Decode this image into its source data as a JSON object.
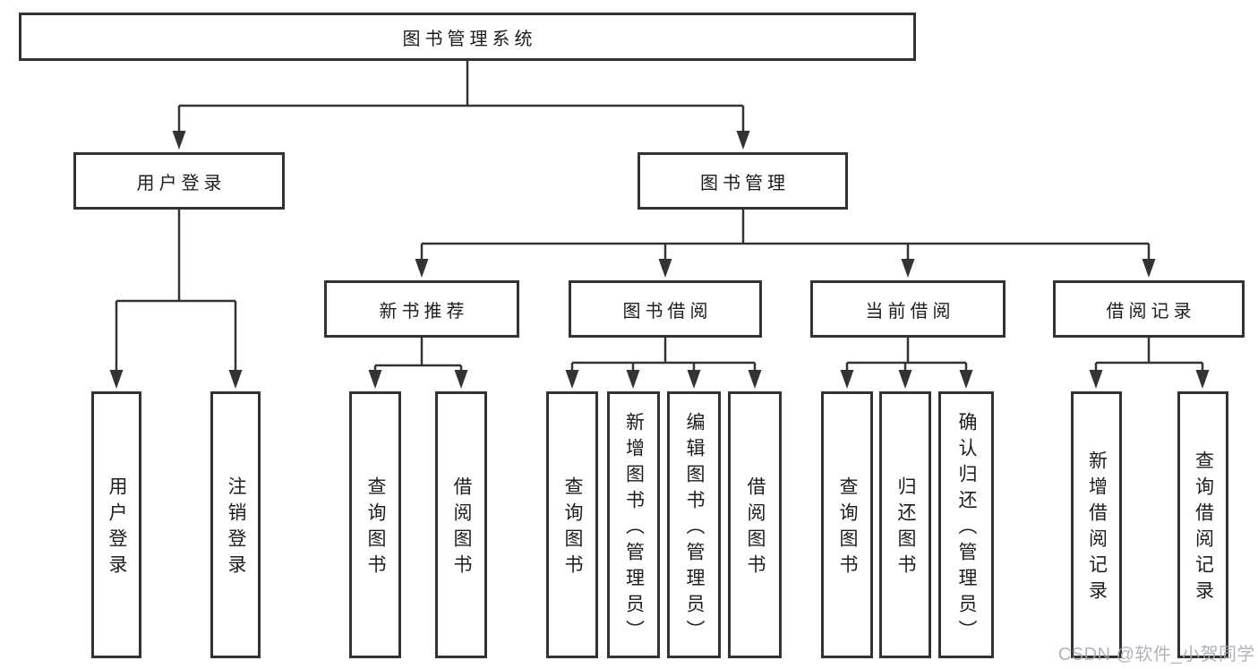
{
  "diagram": {
    "title": "图书管理系统",
    "root": {
      "label": "图书管理系统"
    },
    "level2": [
      {
        "id": "user-login",
        "label": "用户登录"
      },
      {
        "id": "book-management",
        "label": "图书管理"
      }
    ],
    "level3": [
      {
        "id": "new-book-recommend",
        "label": "新书推荐"
      },
      {
        "id": "book-borrowing",
        "label": "图书借阅"
      },
      {
        "id": "current-borrowing",
        "label": "当前借阅"
      },
      {
        "id": "borrowing-records",
        "label": "借阅记录"
      }
    ],
    "children": {
      "user_login": [
        "用户登录",
        "注销登录"
      ],
      "new_book_recommend": [
        "查询图书",
        "借阅图书"
      ],
      "book_borrowing": [
        "查询图书",
        "新增图书（管理员）",
        "编辑图书（管理员）",
        "借阅图书"
      ],
      "current_borrowing": [
        "查询图书",
        "归还图书",
        "确认归还（管理员）"
      ],
      "borrowing_records": [
        "新增借阅记录",
        "查询借阅记录"
      ]
    }
  },
  "watermark": {
    "text": "CSDN @软件_小贺同学"
  },
  "colors": {
    "line": "#333333",
    "box_border": "#333333",
    "text": "#1d1d1d",
    "watermark": "#a7acb4",
    "background": "#ffffff"
  }
}
